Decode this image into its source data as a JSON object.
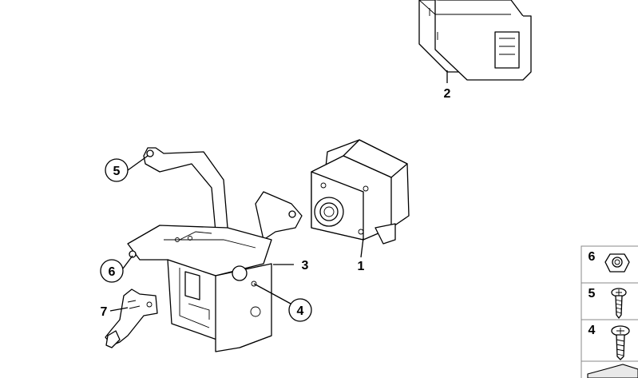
{
  "diagram": {
    "callouts": [
      {
        "id": "1",
        "label": "1"
      },
      {
        "id": "2",
        "label": "2"
      },
      {
        "id": "3",
        "label": "3"
      },
      {
        "id": "4",
        "label": "4"
      },
      {
        "id": "5",
        "label": "5"
      },
      {
        "id": "6",
        "label": "6"
      },
      {
        "id": "7",
        "label": "7"
      }
    ],
    "sidebar": [
      {
        "label": "6",
        "icon": "hex-nut-icon"
      },
      {
        "label": "5",
        "icon": "screw-icon"
      },
      {
        "label": "4",
        "icon": "torx-bolt-icon"
      }
    ],
    "colors": {
      "line": "#000000",
      "panel_border": "#888888",
      "background": "#ffffff"
    }
  }
}
